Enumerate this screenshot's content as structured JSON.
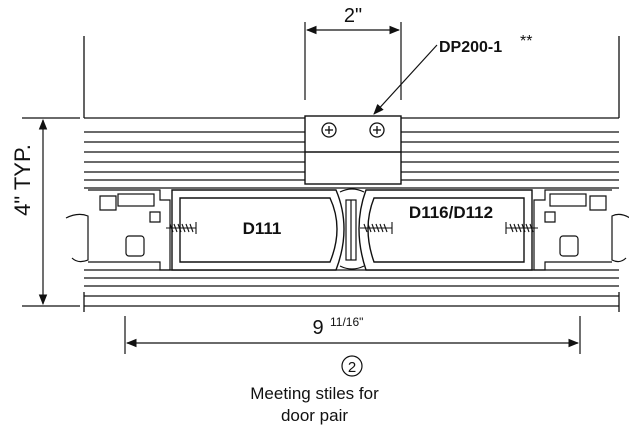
{
  "dimensions": {
    "width_label": "2\"",
    "height_label": "4\" TYP.",
    "overall_main": "9",
    "overall_fraction": "11/16\""
  },
  "callout": {
    "part": "DP200-1",
    "mark": "**"
  },
  "profiles": {
    "left": "D111",
    "right": "D116/D112"
  },
  "detail": {
    "number": "2",
    "caption_line1": "Meeting stiles for",
    "caption_line2": "door pair"
  },
  "colors": {
    "line": "#111111",
    "fill": "#ffffff"
  }
}
